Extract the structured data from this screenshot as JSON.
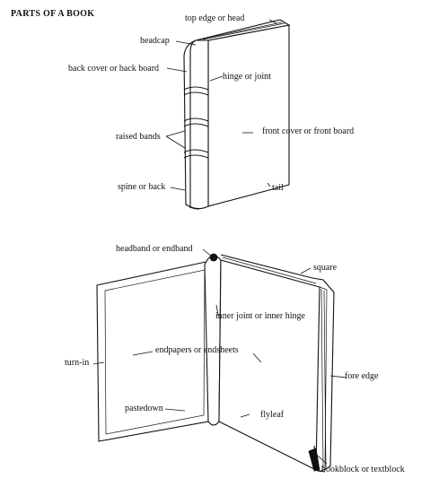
{
  "title": "PARTS OF A BOOK",
  "labels": {
    "top_edge": "top edge or head",
    "headcap": "headcap",
    "back_cover": "back cover or back board",
    "hinge": "hinge or joint",
    "raised_bands": "raised bands",
    "front_cover": "front cover or front board",
    "spine": "spine or back",
    "tail": "tail",
    "headband": "headband or endband",
    "square": "square",
    "inner_joint": "inner joint or inner hinge",
    "endpapers": "endpapers or endsheets",
    "turn_in": "turn-in",
    "fore_edge": "fore edge",
    "pastedown": "pastedown",
    "flyleaf": "flyleaf",
    "bookblock": "bookblock or textblock"
  }
}
